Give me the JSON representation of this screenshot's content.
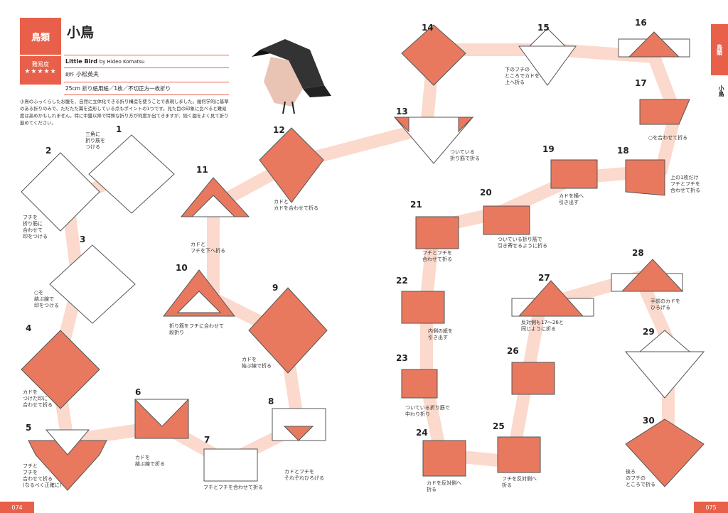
{
  "header": {
    "category": "鳥類",
    "difficulty_label": "難易度",
    "stars": "★★★★★",
    "title": "小鳥",
    "subtitle": "Little Bird",
    "subtitle_by": "by Hideo Komatsu",
    "author_label": "創作",
    "author": "小松英夫",
    "paper": "25cm 折り紙用紙／1枚／不切正方一枚折り",
    "description": "小鳥のふっくらしたお腹を、自然に立体化できる折り構造を使うことで表現しました。幾何学的に基準のある折りのみで、ただただ翼を造形している点もポイントの1つです。見た目の印象に比べると難易度は高めかもしれません。特に中盤以降で特殊な折り方が何度か出てきますが、続く図をよく見て折り進めてください。"
  },
  "pages": {
    "left": "074",
    "right": "075"
  },
  "tab": {
    "label": "鳥類",
    "sub": "小鳥"
  },
  "colors": {
    "accent": "#e8604a",
    "paper_color": "#e8795f",
    "path": "#fbd9cc"
  },
  "steps": [
    {
      "n": "1",
      "caption": "三角に\n折り筋を\nつける"
    },
    {
      "n": "2",
      "caption": "フチを\n折り筋に\n合わせて\n印をつける"
    },
    {
      "n": "3",
      "caption": "○を\n結ぶ線で\n印をつける"
    },
    {
      "n": "4",
      "caption": "カドを\nつけた印に\n合わせて折る"
    },
    {
      "n": "5",
      "caption": "フチと\nフチを\n合わせて折る\n(なるべく正確に)"
    },
    {
      "n": "6",
      "caption": "カドを\n結ぶ線で折る"
    },
    {
      "n": "7",
      "caption": "フチとフチを合わせて折る"
    },
    {
      "n": "8",
      "caption": "カドとフチを\nそれぞれひろげる"
    },
    {
      "n": "9",
      "caption": "カドを\n結ぶ線で折る"
    },
    {
      "n": "10",
      "caption": "折り筋をフチに合わせて\n段折り"
    },
    {
      "n": "11",
      "caption": "カドと\nフチを下へ折る"
    },
    {
      "n": "12",
      "caption": "カドと\nカドを合わせて折る"
    },
    {
      "n": "13",
      "caption": "ついている\n折り筋で折る"
    },
    {
      "n": "14",
      "caption": ""
    },
    {
      "n": "15",
      "caption": "下のフチの\nところでカドを\n上へ折る"
    },
    {
      "n": "16",
      "caption": ""
    },
    {
      "n": "17",
      "caption": "○を合わせて折る"
    },
    {
      "n": "18",
      "caption": "上の1枚だけ\nフチとフチを\n合わせて折る"
    },
    {
      "n": "19",
      "caption": "カドを横へ\n引き出す"
    },
    {
      "n": "20",
      "caption": "ついている折り筋で\n引き寄せるように折る"
    },
    {
      "n": "21",
      "caption": "フチとフチを\n合わせて折る"
    },
    {
      "n": "22",
      "caption": "内側の紙を\n引き出す"
    },
    {
      "n": "23",
      "caption": "ついている折り筋で\n中わり折り"
    },
    {
      "n": "24",
      "caption": "カドを反対側へ\n折る"
    },
    {
      "n": "25",
      "caption": "フチを反対側へ\n折る"
    },
    {
      "n": "26",
      "caption": ""
    },
    {
      "n": "27",
      "caption": "反対側も17〜26と\n同じように折る"
    },
    {
      "n": "28",
      "caption": "手前のカドを\nひろげる"
    },
    {
      "n": "29",
      "caption": ""
    },
    {
      "n": "30",
      "caption": "後ろ\nのフチの\nところで折る"
    }
  ]
}
